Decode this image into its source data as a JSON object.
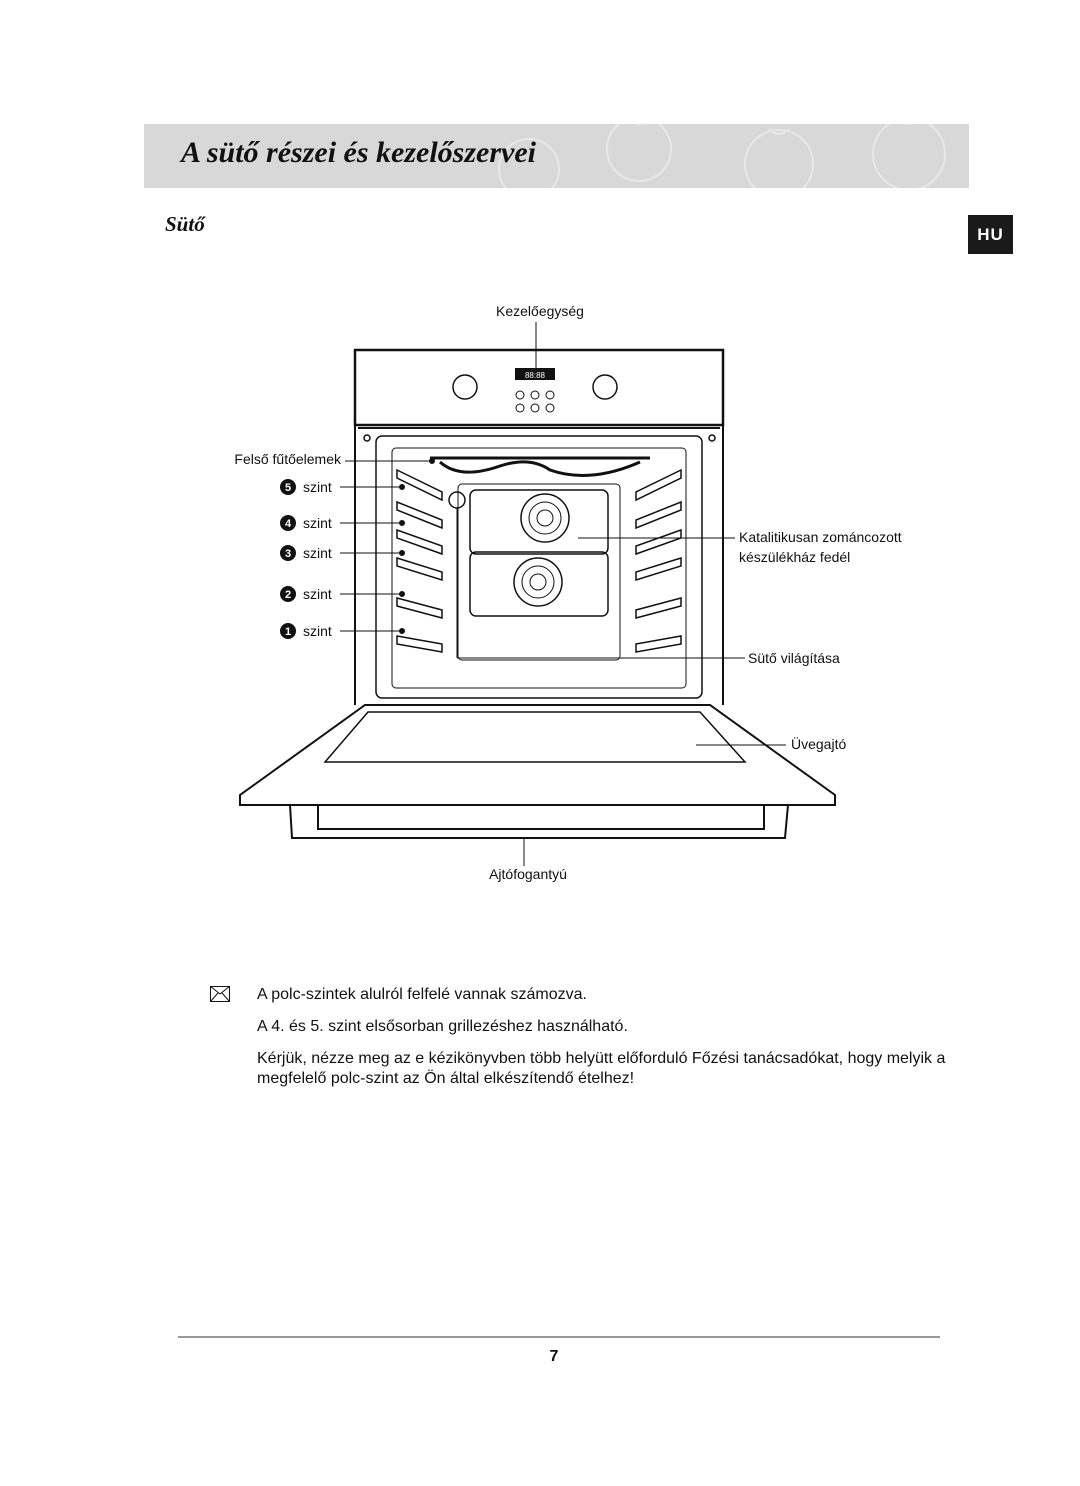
{
  "header": {
    "title": "A sütő részei és kezelőszervei",
    "lang_badge": "HU"
  },
  "section": {
    "title": "Sütő"
  },
  "diagram": {
    "labels": {
      "control_unit": "Kezelőegység",
      "top_heating": "Felső fűtőelemek",
      "catalytic_1": "Katalitikusan zománcozott",
      "catalytic_2": "készülékház fedél",
      "oven_light": "Sütő világítása",
      "glass_door": "Üvegajtó",
      "door_handle": "Ajtófogantyú"
    },
    "levels": [
      {
        "number": "5",
        "label": "szint"
      },
      {
        "number": "4",
        "label": "szint"
      },
      {
        "number": "3",
        "label": "szint"
      },
      {
        "number": "2",
        "label": "szint"
      },
      {
        "number": "1",
        "label": "szint"
      }
    ],
    "display_text": "88:88"
  },
  "notes": {
    "paragraphs": [
      "A polc-szintek alulról felfelé vannak számozva.",
      "A 4. és 5. szint elsősorban grillezéshez használható.",
      "Kérjük, nézze meg az e kézikönyvben több helyütt előforduló Főzési tanácsadókat, hogy melyik a megfelelő polc-szint az Ön által elkészítendő ételhez!"
    ],
    "icon": "note-icon"
  },
  "footer": {
    "page_number": "7"
  }
}
